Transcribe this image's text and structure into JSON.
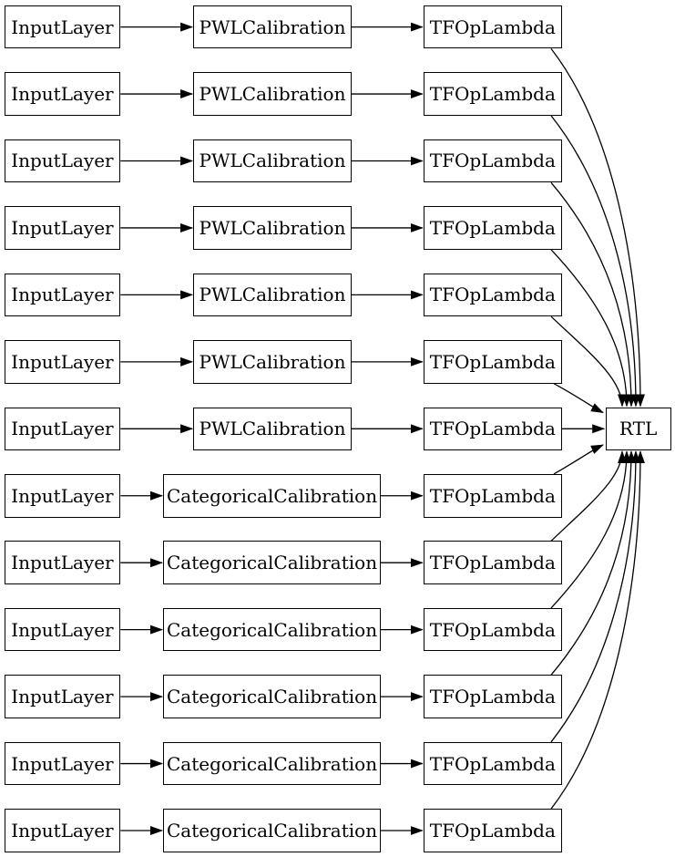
{
  "diagram": {
    "title": "keras-model-graph",
    "background_color": "#ffffff",
    "node_fill_color": "#ffffff",
    "node_border_color": "#000000",
    "edge_color": "#000000",
    "text_color": "#000000",
    "sink": {
      "label": "RTL"
    },
    "rows": [
      {
        "input": "InputLayer",
        "calibration": "PWLCalibration",
        "op": "TFOpLambda"
      },
      {
        "input": "InputLayer",
        "calibration": "PWLCalibration",
        "op": "TFOpLambda"
      },
      {
        "input": "InputLayer",
        "calibration": "PWLCalibration",
        "op": "TFOpLambda"
      },
      {
        "input": "InputLayer",
        "calibration": "PWLCalibration",
        "op": "TFOpLambda"
      },
      {
        "input": "InputLayer",
        "calibration": "PWLCalibration",
        "op": "TFOpLambda"
      },
      {
        "input": "InputLayer",
        "calibration": "PWLCalibration",
        "op": "TFOpLambda"
      },
      {
        "input": "InputLayer",
        "calibration": "PWLCalibration",
        "op": "TFOpLambda"
      },
      {
        "input": "InputLayer",
        "calibration": "CategoricalCalibration",
        "op": "TFOpLambda"
      },
      {
        "input": "InputLayer",
        "calibration": "CategoricalCalibration",
        "op": "TFOpLambda"
      },
      {
        "input": "InputLayer",
        "calibration": "CategoricalCalibration",
        "op": "TFOpLambda"
      },
      {
        "input": "InputLayer",
        "calibration": "CategoricalCalibration",
        "op": "TFOpLambda"
      },
      {
        "input": "InputLayer",
        "calibration": "CategoricalCalibration",
        "op": "TFOpLambda"
      },
      {
        "input": "InputLayer",
        "calibration": "CategoricalCalibration",
        "op": "TFOpLambda"
      }
    ]
  }
}
